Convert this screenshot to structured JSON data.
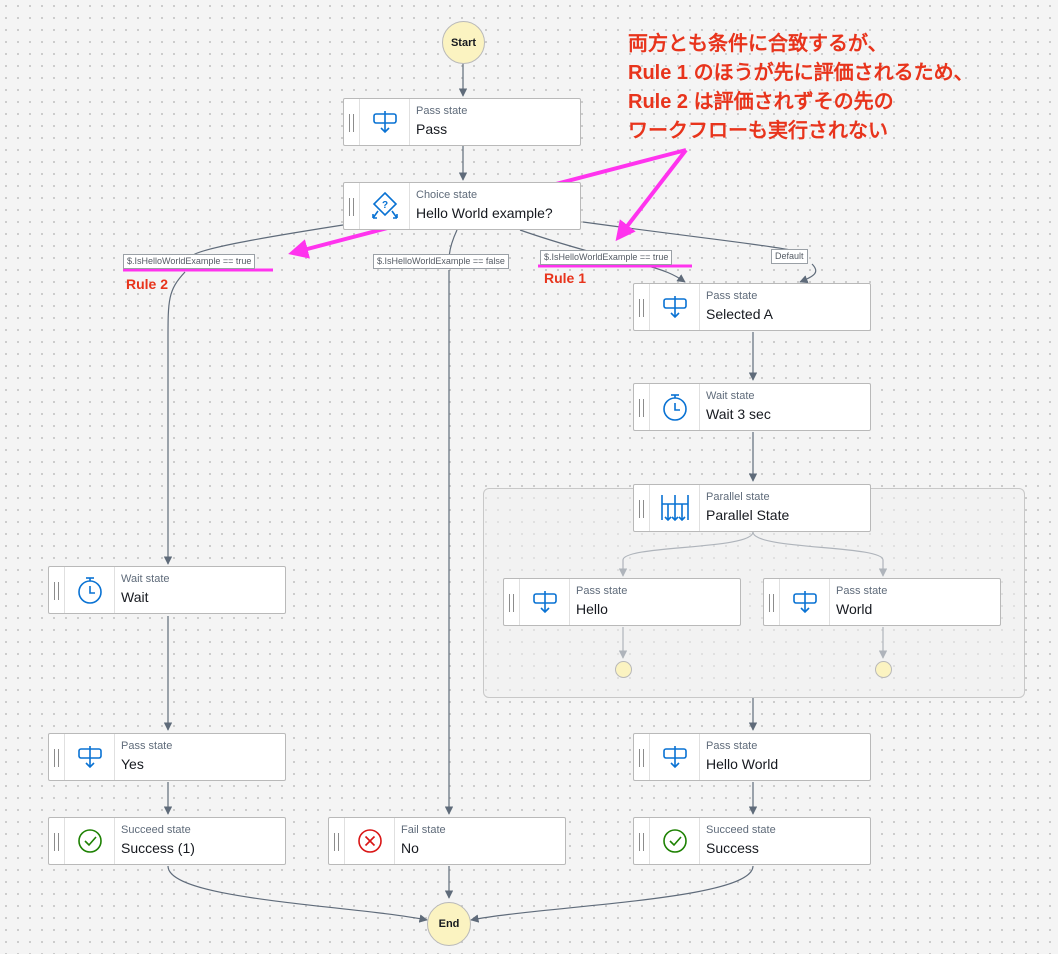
{
  "start_label": "Start",
  "end_label": "End",
  "states": {
    "pass": {
      "type": "Pass state",
      "name": "Pass"
    },
    "choice": {
      "type": "Choice state",
      "name": "Hello World example?"
    },
    "selected_a": {
      "type": "Pass state",
      "name": "Selected A"
    },
    "wait_3sec": {
      "type": "Wait state",
      "name": "Wait 3 sec"
    },
    "parallel": {
      "type": "Parallel state",
      "name": "Parallel State"
    },
    "hello": {
      "type": "Pass state",
      "name": "Hello"
    },
    "world": {
      "type": "Pass state",
      "name": "World"
    },
    "wait": {
      "type": "Wait state",
      "name": "Wait"
    },
    "yes": {
      "type": "Pass state",
      "name": "Yes"
    },
    "success1": {
      "type": "Succeed state",
      "name": "Success (1)"
    },
    "no": {
      "type": "Fail state",
      "name": "No"
    },
    "hello_world": {
      "type": "Pass state",
      "name": "Hello World"
    },
    "success": {
      "type": "Succeed state",
      "name": "Success"
    }
  },
  "edge_labels": {
    "rule2_condition": "$.IsHelloWorldExample == true",
    "false_condition": "$.IsHelloWorldExample == false",
    "rule1_condition": "$.IsHelloWorldExample == true",
    "default": "Default"
  },
  "rule_labels": {
    "rule1": "Rule 1",
    "rule2": "Rule 2"
  },
  "annotation": {
    "lines": [
      "両方とも条件に合致するが、",
      "Rule 1 のほうが先に評価されるため、",
      "Rule 2 は評価されずその先の",
      "ワークフローも実行されない"
    ]
  },
  "colors": {
    "annotation_text": "#e8341c",
    "highlight": "#ff33ee",
    "icon_blue": "#0972d3",
    "success_green": "#1d8102",
    "fail_red": "#d91515",
    "terminal_fill": "#fbf3c1"
  },
  "icons": {
    "pass": "pass-state-icon",
    "choice": "choice-state-icon",
    "wait": "stopwatch-icon",
    "parallel": "parallel-state-icon",
    "succeed": "check-circle-icon",
    "fail": "x-circle-icon"
  }
}
